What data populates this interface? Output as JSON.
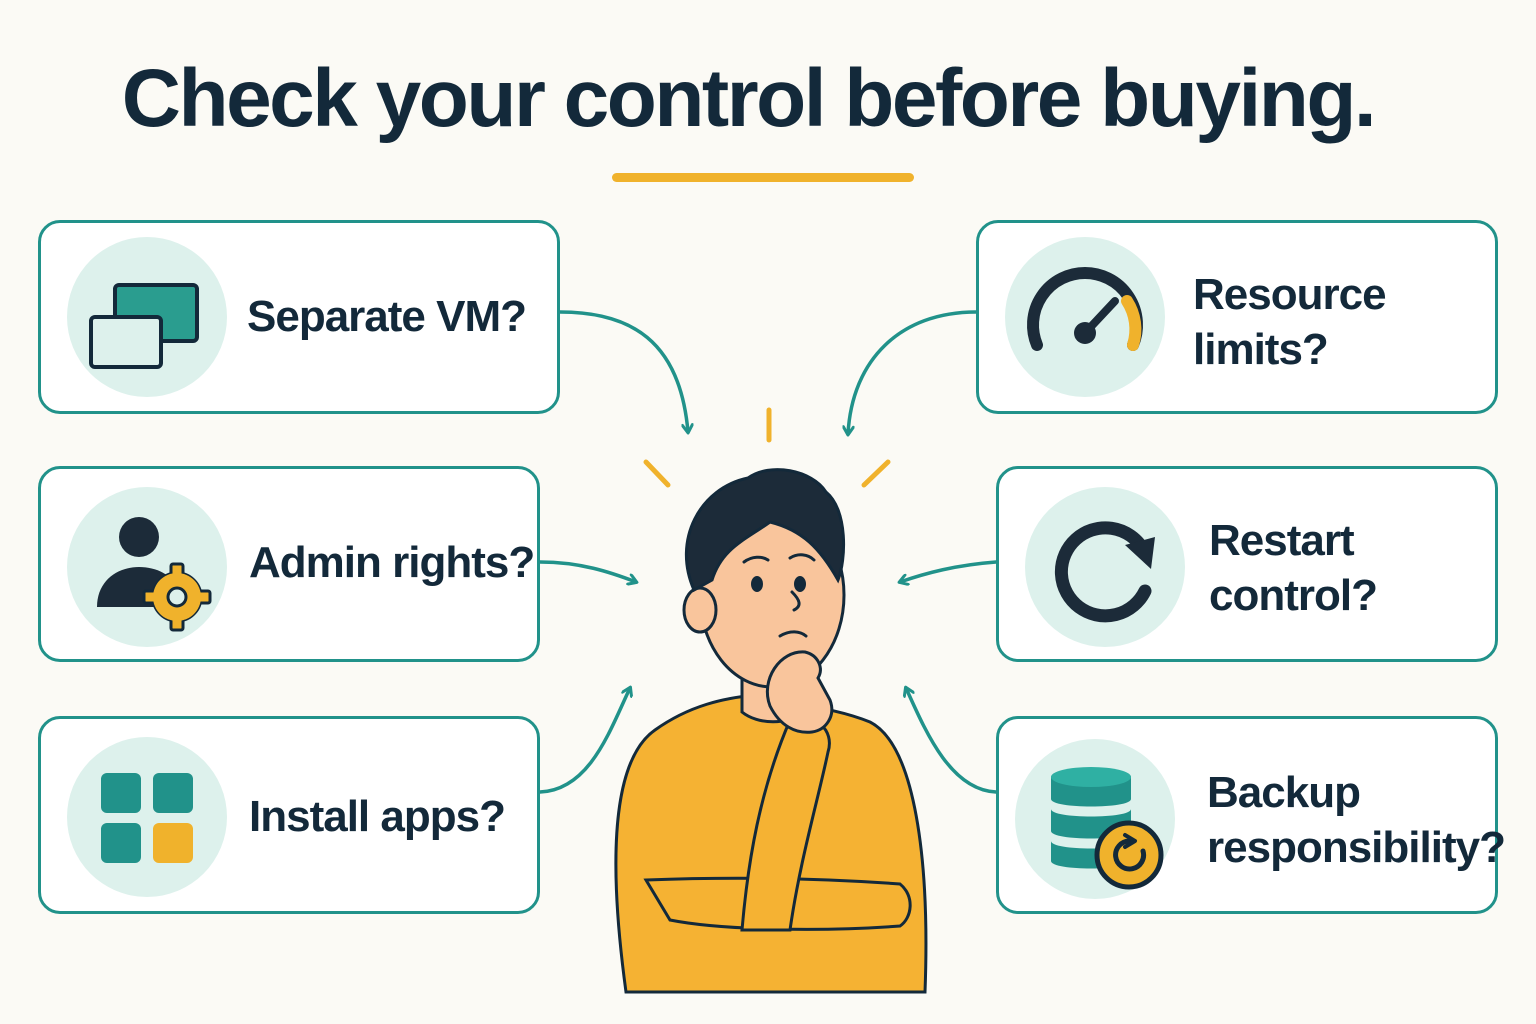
{
  "title": "Check your control before buying.",
  "colors": {
    "teal": "#21928a",
    "dark": "#13293a",
    "accent": "#f0b22c",
    "circle": "#ddf1ec"
  },
  "cards": {
    "separate_vm": {
      "text": "Separate VM?",
      "icon": "windows-icon"
    },
    "admin_rights": {
      "text": "Admin rights?",
      "icon": "user-gear-icon"
    },
    "install_apps": {
      "text": "Install apps?",
      "icon": "app-grid-icon"
    },
    "resource_limits": {
      "line1": "Resource",
      "line2": "limits?",
      "icon": "gauge-icon"
    },
    "restart_control": {
      "line1": "Restart",
      "line2": "control?",
      "icon": "restart-icon"
    },
    "backup_responsibility": {
      "line1": "Backup",
      "line2": "responsibility?",
      "icon": "database-backup-icon"
    }
  }
}
